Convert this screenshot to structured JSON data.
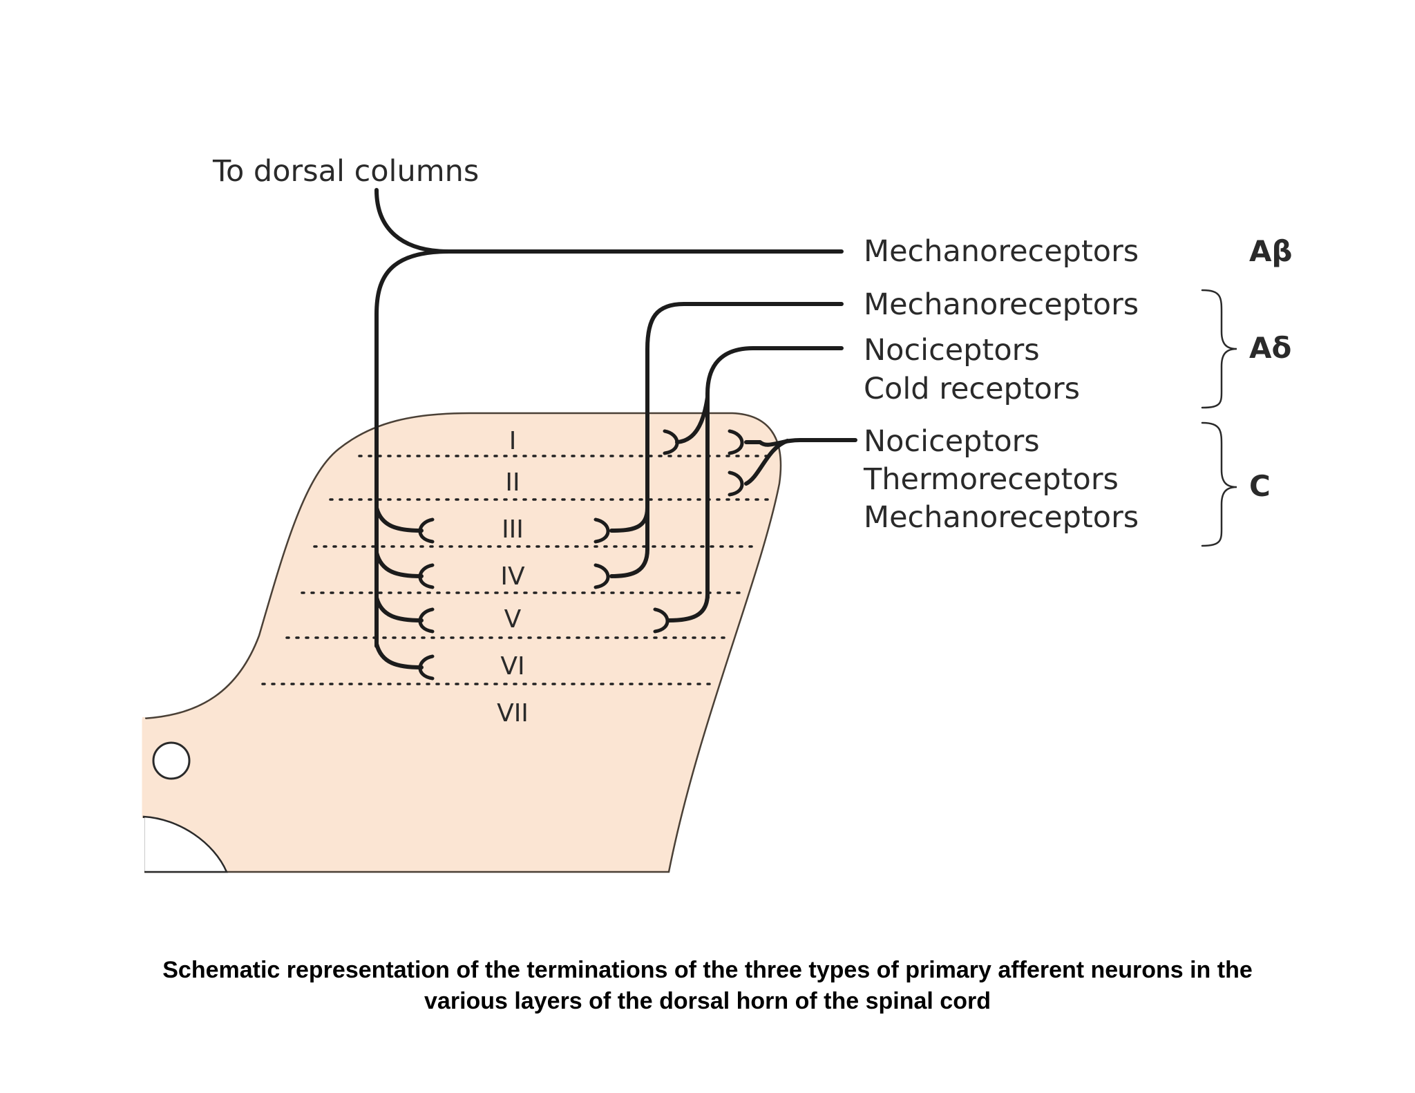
{
  "labels": {
    "to_dorsal_columns": "To dorsal columns",
    "ab_mechanoreceptors": "Mechanoreceptors",
    "ad_mechanoreceptors": "Mechanoreceptors",
    "ad_nociceptors": "Nociceptors",
    "ad_cold_receptors": "Cold receptors",
    "c_nociceptors": "Nociceptors",
    "c_thermoreceptors": "Thermoreceptors",
    "c_mechanoreceptors": "Mechanoreceptors"
  },
  "fiber_classes": {
    "a_beta": "Aβ",
    "a_delta": "Aδ",
    "c": "C"
  },
  "laminae": [
    "I",
    "II",
    "III",
    "IV",
    "V",
    "VI",
    "VII"
  ],
  "caption": {
    "line1": "Schematic representation of the terminations of the three types of primary afferent neurons in the",
    "line2": "various layers of the dorsal horn of the spinal cord"
  },
  "colors": {
    "dorsal_horn_fill": "#fbe5d3",
    "outline": "#4a4036",
    "fiber": "#1c1c1c"
  }
}
